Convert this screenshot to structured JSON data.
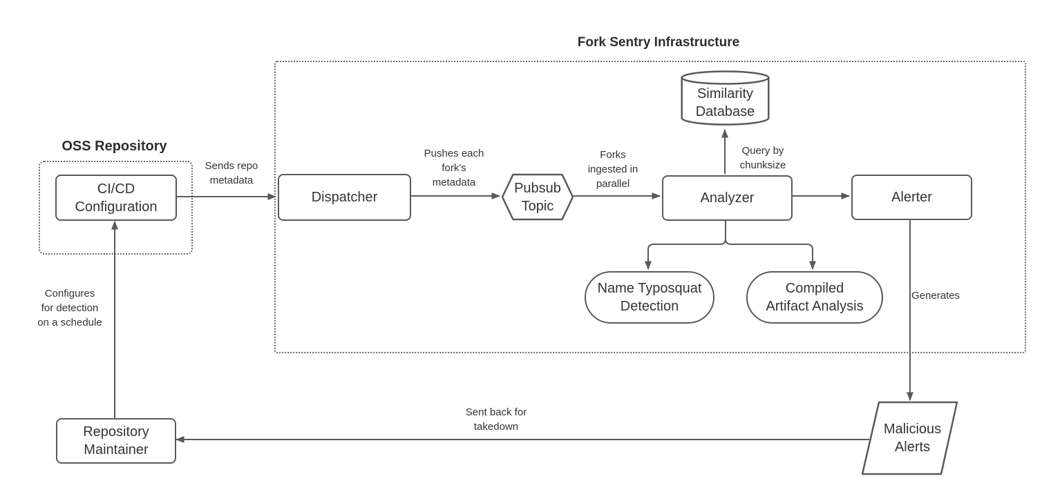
{
  "diagram": {
    "title": "Fork Sentry Infrastructure",
    "groups": {
      "fork_sentry": {
        "label": "Fork Sentry Infrastructure"
      },
      "oss_repository": {
        "label": "OSS Repository"
      }
    },
    "nodes": {
      "cicd": {
        "label": "CI/CD\nConfiguration",
        "shape": "rounded-rectangle"
      },
      "dispatcher": {
        "label": "Dispatcher",
        "shape": "rounded-rectangle"
      },
      "pubsub": {
        "label": "Pubsub\nTopic",
        "shape": "hexagon"
      },
      "analyzer": {
        "label": "Analyzer",
        "shape": "rounded-rectangle"
      },
      "alerter": {
        "label": "Alerter",
        "shape": "rounded-rectangle"
      },
      "similarity_db": {
        "label": "Similarity\nDatabase",
        "shape": "cylinder"
      },
      "name_typosquat": {
        "label": "Name Typosquat\nDetection",
        "shape": "stadium"
      },
      "compiled_artifact": {
        "label": "Compiled\nArtifact Analysis",
        "shape": "stadium"
      },
      "malicious_alerts": {
        "label": "Malicious\nAlerts",
        "shape": "parallelogram"
      },
      "repo_maintainer": {
        "label": "Repository\nMaintainer",
        "shape": "rounded-rectangle"
      }
    },
    "edge_labels": {
      "sends_repo": "Sends repo\nmetadata",
      "pushes_each": "Pushes each\nfork's\nmetadata",
      "forks_ingested": "Forks\ningested in\nparallel",
      "query_by": "Query by\nchunksize",
      "generates": "Generates",
      "sent_back": "Sent back for\ntakedown",
      "configures": "Configures\nfor detection\non a schedule"
    },
    "colors": {
      "stroke": "#595959",
      "container_stroke": "#666666",
      "text": "#333333",
      "background": "#ffffff"
    }
  }
}
